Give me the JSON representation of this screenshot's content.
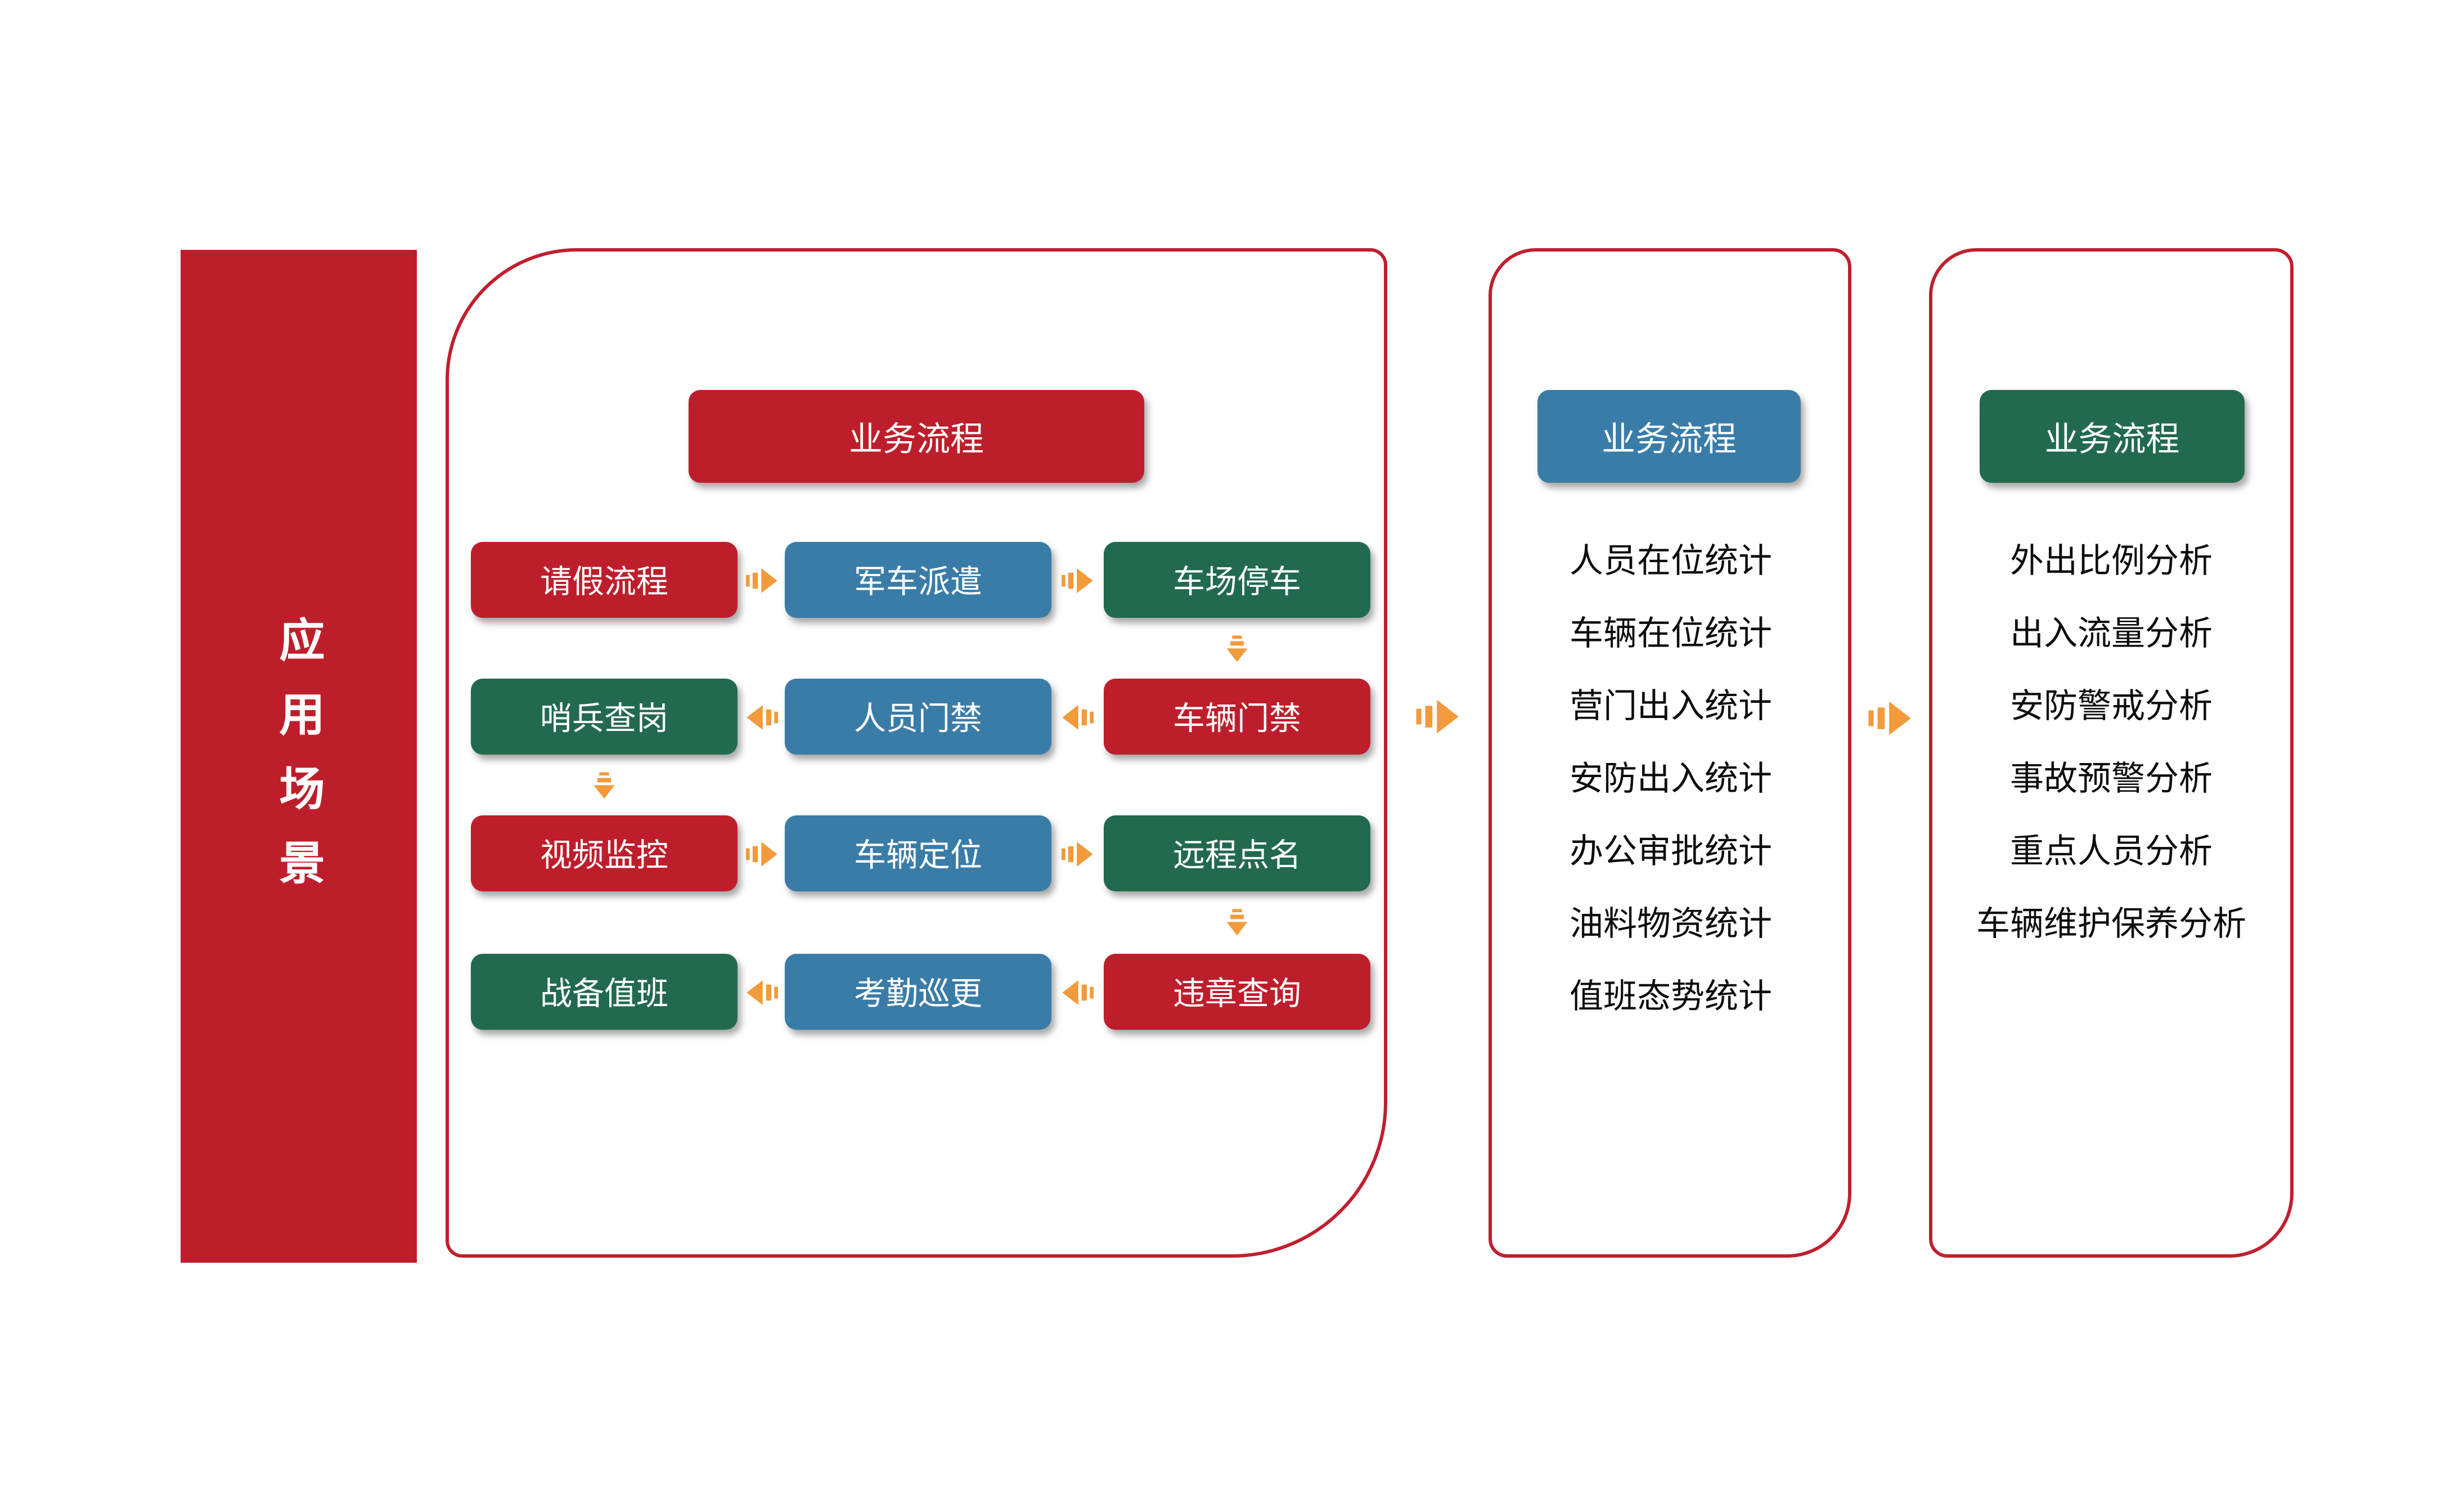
{
  "colors": {
    "red": "#BE1E2B",
    "blue": "#3A7CA8",
    "green": "#226A4D",
    "orange": "#F19B3C",
    "frame_border": "#C01F2E",
    "list_text": "#0d0d0d",
    "box_text": "#ffffff"
  },
  "sidebar": {
    "label": "应用场景"
  },
  "process_panel": {
    "header": {
      "label": "业务流程",
      "color": "red"
    },
    "rows": [
      {
        "direction": "right",
        "boxes": [
          {
            "label": "请假流程",
            "color": "red"
          },
          {
            "label": "军车派遣",
            "color": "blue"
          },
          {
            "label": "车场停车",
            "color": "green"
          }
        ]
      },
      {
        "direction": "left",
        "boxes": [
          {
            "label": "哨兵查岗",
            "color": "green"
          },
          {
            "label": "人员门禁",
            "color": "blue"
          },
          {
            "label": "车辆门禁",
            "color": "red"
          }
        ]
      },
      {
        "direction": "right",
        "boxes": [
          {
            "label": "视频监控",
            "color": "red"
          },
          {
            "label": "车辆定位",
            "color": "blue"
          },
          {
            "label": "远程点名",
            "color": "green"
          }
        ]
      },
      {
        "direction": "left",
        "boxes": [
          {
            "label": "战备值班",
            "color": "green"
          },
          {
            "label": "考勤巡更",
            "color": "blue"
          },
          {
            "label": "违章查询",
            "color": "red"
          }
        ]
      }
    ],
    "down_arrows": [
      {
        "after_row": 0,
        "col": 2
      },
      {
        "after_row": 1,
        "col": 0
      },
      {
        "after_row": 2,
        "col": 2
      }
    ]
  },
  "stats_panel": {
    "header": {
      "label": "业务流程",
      "color": "blue"
    },
    "items": [
      "人员在位统计",
      "车辆在位统计",
      "营门出入统计",
      "安防出入统计",
      "办公审批统计",
      "油料物资统计",
      "值班态势统计"
    ]
  },
  "analysis_panel": {
    "header": {
      "label": "业务流程",
      "color": "green"
    },
    "items": [
      "外出比例分析",
      "出入流量分析",
      "安防警戒分析",
      "事故预警分析",
      "重点人员分析",
      "车辆维护保养分析"
    ]
  }
}
